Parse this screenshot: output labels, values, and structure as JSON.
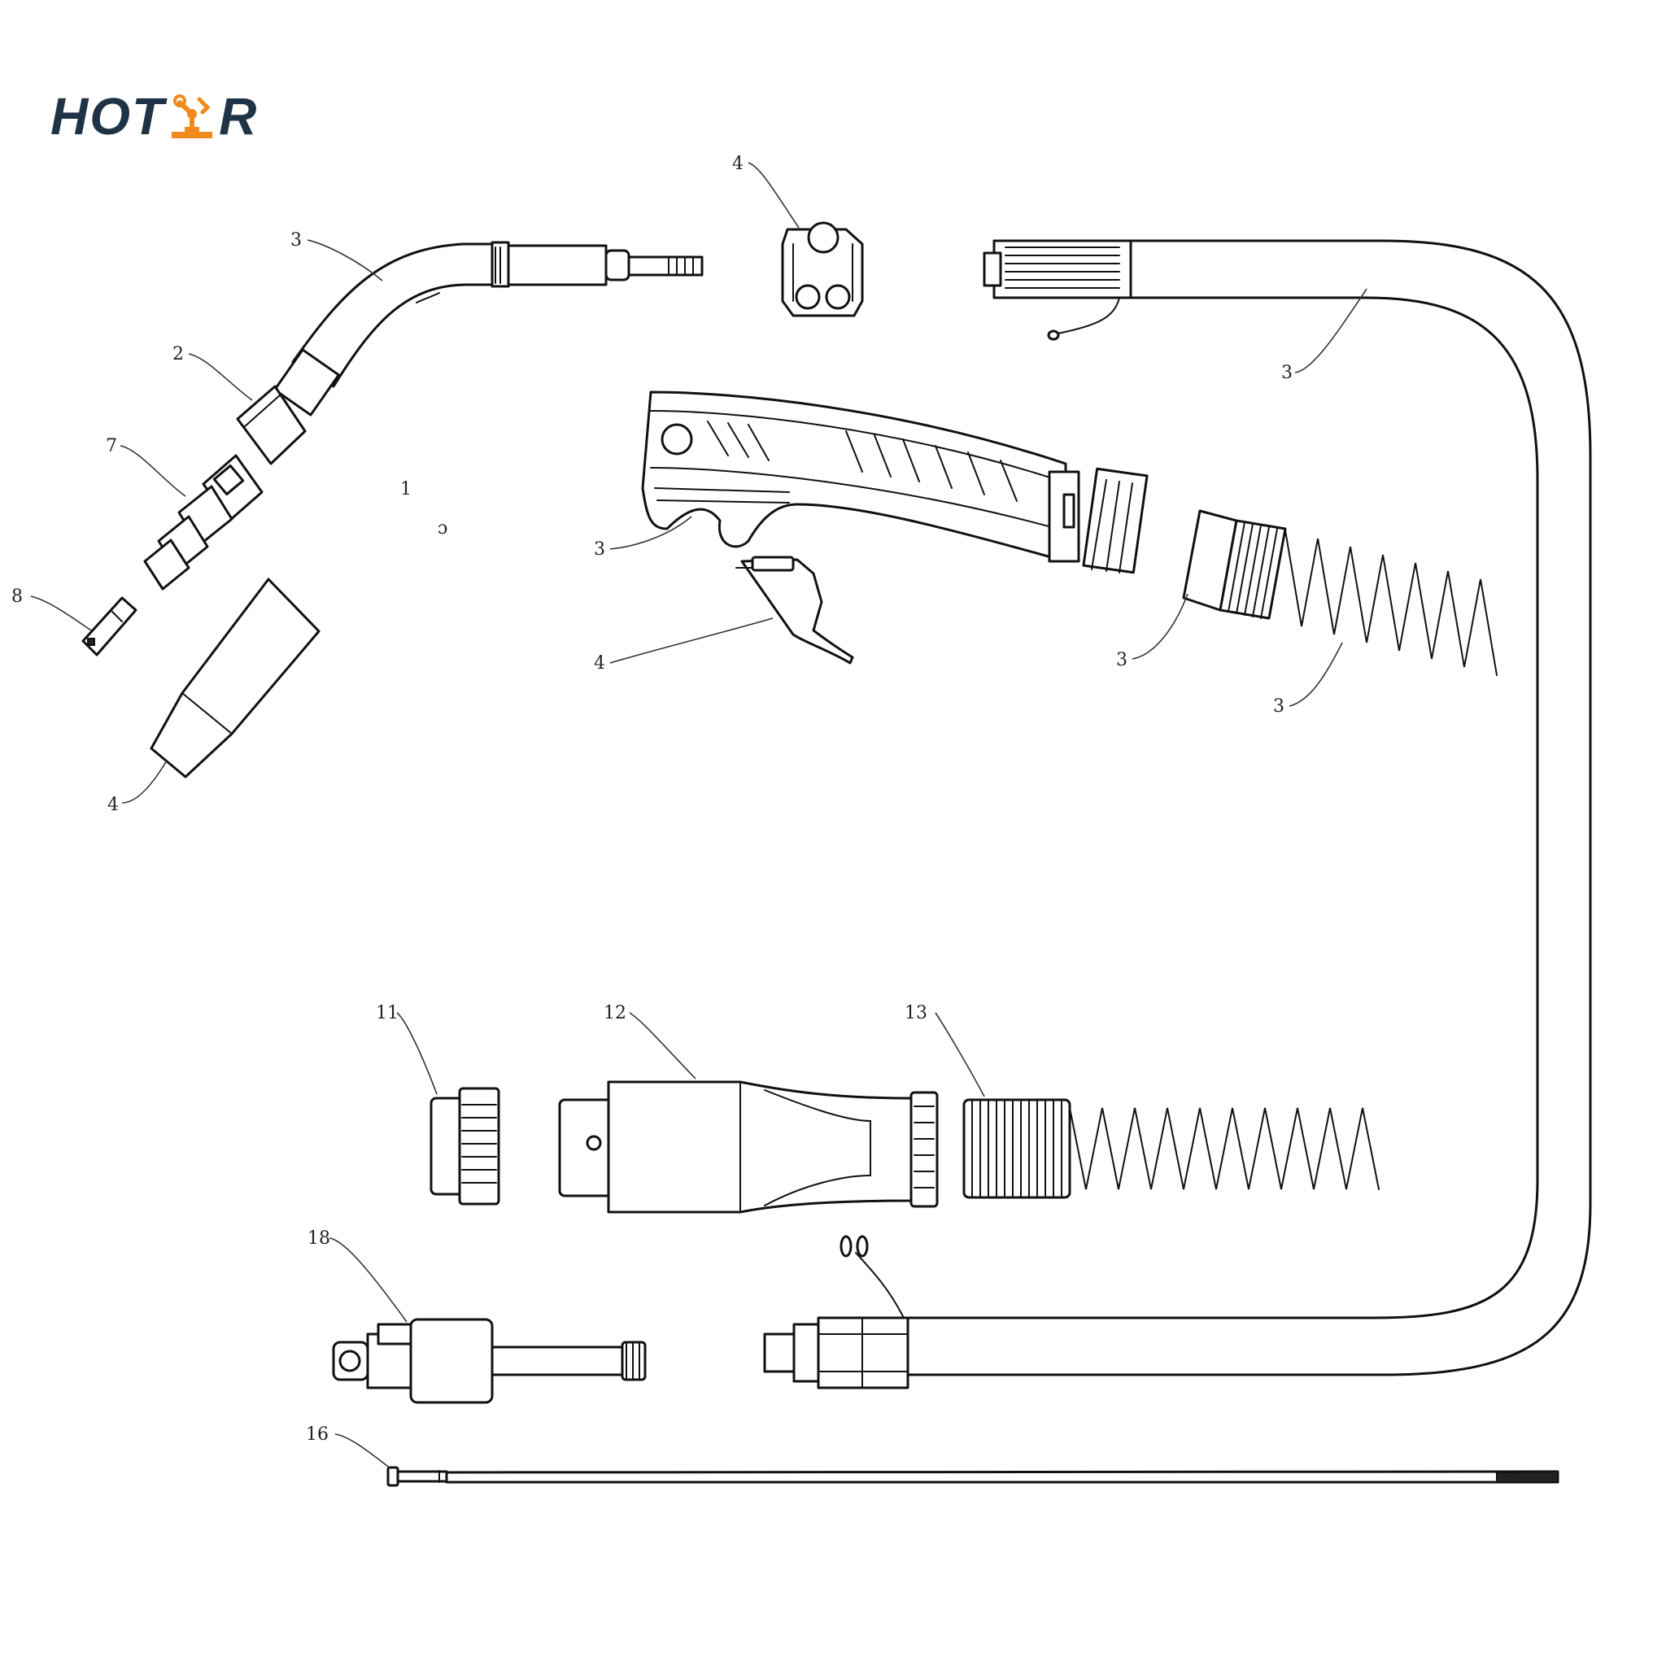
{
  "logo": {
    "text_left": "HOT",
    "text_right": "R",
    "accent_color": "#f08a1c",
    "text_color": "#1f3346",
    "mark_icon": "robot-arm-icon"
  },
  "callouts": [
    {
      "id": "c1",
      "label": "3"
    },
    {
      "id": "c2",
      "label": "2"
    },
    {
      "id": "c3",
      "label": "7"
    },
    {
      "id": "c4",
      "label": "8"
    },
    {
      "id": "c5",
      "label": "4"
    },
    {
      "id": "c6",
      "label": "4"
    },
    {
      "id": "c7",
      "label": "3"
    },
    {
      "id": "c8",
      "label": "3"
    },
    {
      "id": "c9",
      "label": "4"
    },
    {
      "id": "c10",
      "label": "3"
    },
    {
      "id": "c11",
      "label": "3"
    },
    {
      "id": "c12",
      "label": "11"
    },
    {
      "id": "c13",
      "label": "12"
    },
    {
      "id": "c14",
      "label": "13"
    },
    {
      "id": "c15",
      "label": "18"
    },
    {
      "id": "c16",
      "label": "16"
    }
  ],
  "stray_marks": [
    "1",
    "ɔ"
  ]
}
